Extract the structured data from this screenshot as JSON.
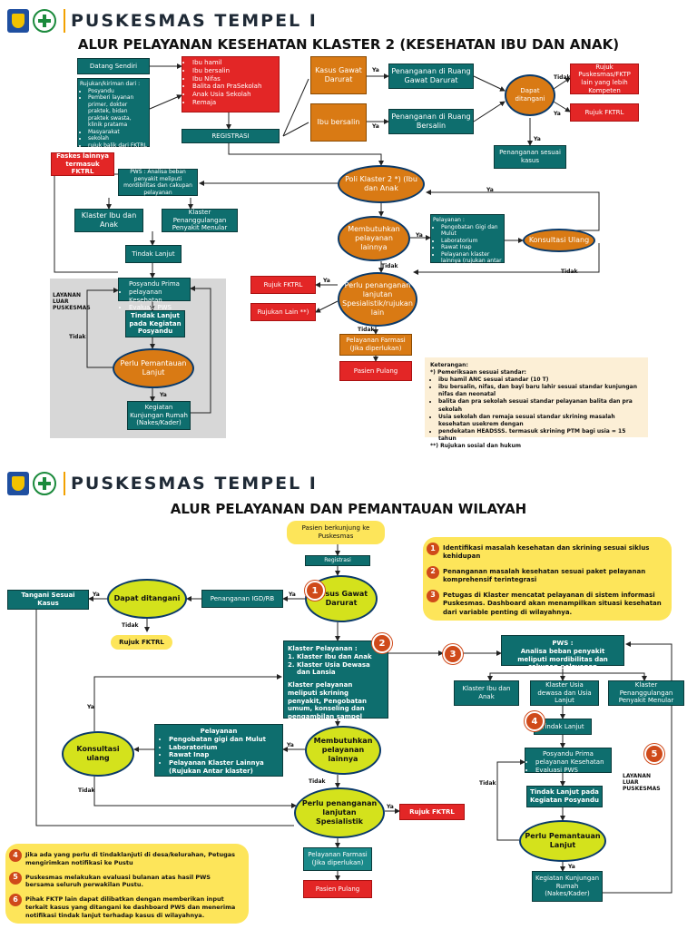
{
  "brand": "PUSKESMAS TEMPEL I",
  "panel1": {
    "title": "ALUR PELAYANAN KESEHATAN KLASTER 2 (KESEHATAN IBU DAN ANAK)",
    "datang_sendiri": "Datang Sendiri",
    "rujukan_title": "Rujukan/kiriman dari :",
    "rujukan_items": [
      "Posyandu",
      "Pemberi layanan primer, dokter praktek, bidan praktek swasta, klinik pratama",
      "Masyarakat",
      "sekolah",
      "rujuk balik dari FKTRL"
    ],
    "sasaran": [
      "Ibu hamil",
      "Ibu bersalin",
      "Ibu Nifas",
      "Balita dan PraSekolah",
      "Anak Usia Sekolah",
      "Remaja"
    ],
    "registrasi": "REGISTRASI",
    "kasus_gawat": "Kasus Gawat Darurat",
    "ibu_bersalin": "Ibu bersalin",
    "penanganan_gd": "Penanganan di Ruang Gawat Darurat",
    "penanganan_bersalin": "Penanganan di Ruang Bersalin",
    "dapat_ditangani": "Dapat ditangani",
    "rujuk_puskesmas": "Rujuk Puskesmas/FKTP lain yang lebih Kompeten",
    "rujuk_fktrl": "Rujuk FKTRL",
    "penanganan_sesuai": "Penanganan sesuai kasus",
    "faskes_lainnya": "Faskes lainnya termasuk FKTRL",
    "pws": "PWS : Analisa beban penyakit meliputi mordibilitas dan cakupan pelayanan",
    "klaster_ibu_anak": "Klaster Ibu dan Anak",
    "klaster_menular": "Klaster Penanggulangan Penyakit Menular",
    "tindak_lanjut": "Tindak Lanjut",
    "posyandu_title": "Posyandu Prima",
    "posyandu_items": [
      "pelayanan Kesehatan",
      "Evaluasi PWS"
    ],
    "tl_posyandu": "Tindak Lanjut pada Kegiatan Posyandu",
    "perlu_pemantauan": "Perlu Pemantauan Lanjut",
    "kunjungan_rumah": "Kegiatan Kunjungan Rumah (Nakes/Kader)",
    "layanan_luar": "LAYANAN LUAR PUSKESMAS",
    "poli_klaster": "Poli Klaster 2 *) (Ibu dan Anak",
    "membutuhkan": "Membutuhkan pelayanan lainnya",
    "pelayanan_title": "Pelayanan :",
    "pelayanan_items": [
      "Pengobatan Gigi dan Mulut",
      "Laboratorium",
      "Rawat Inap",
      "Pelayanan klaster lainnya (rujukan antar klaster)"
    ],
    "konsultasi_ulang": "Konsultasi Ulang",
    "perlu_penanganan": "Perlu penanganan lanjutan Spesialistik/rujukan lain",
    "rujuk_fktrl2": "Rujuk FKTRL",
    "rujukan_lain": "Rujukan Lain **)",
    "pelayanan_farmasi": "Pelayanan Farmasi (Jika diperlukan)",
    "pasien_pulang": "Pasien Pulang",
    "ya": "Ya",
    "tidak": "Tidak",
    "keterangan_title": "Keterangan:",
    "keterangan_sub": "*) Pemeriksaan sesuai standar:",
    "keterangan_items": [
      "ibu hamil ANC sesuai standar (10 T)",
      "ibu bersalin, nifas, dan bayi baru lahir sesuai standar kunjungan nifas dan neonatal",
      "balita dan pra sekolah sesuai standar pelayanan balita dan pra sekolah",
      "Usia sekolah dan remaja sesuai standar skrining masalah kesehatan usekrem dengan",
      "pendekatan HEADSSS. termasuk skrining PTM bagi usia = 15 tahun"
    ],
    "keterangan_footer": "**) Rujukan sosial dan hukum"
  },
  "panel2": {
    "title": "ALUR PELAYANAN DAN PEMANTAUAN WILAYAH",
    "pasien_berkunjung": "Pasien berkunjung ke Puskesmas",
    "registrasi": "Registrasi",
    "kasus_gawat": "Kasus Gawat Darurat",
    "penanganan_igd": "Penanganan IGD/RB",
    "dapat_ditangani": "Dapat ditangani",
    "tangani_sesuai": "Tangani Sesuai Kasus",
    "rujuk_fktrl": "Rujuk FKTRL",
    "klaster_title": "Klaster Pelayanan :",
    "klaster_items": [
      "Klaster Ibu dan Anak",
      "Klaster Usia Dewasa dan Lansia"
    ],
    "klaster_desc": "Klaster pelayanan meliputi skrining penyakit, Pengobatan umum, konseling dan pengambilan sampel",
    "pws_title": "PWS :",
    "pws_desc": "Analisa beban penyakit meliputi mordibilitas dan cakupan pelayanan",
    "klaster_ibu_anak": "Klaster Ibu dan Anak",
    "klaster_dewasa": "Klaster Usia dewasa dan Usia Lanjut",
    "klaster_menular": "Klaster Penanggulangan Penyakit Menular",
    "tindak_lanjut": "Tindak Lanjut",
    "posyandu_title": "Posyandu Prima",
    "posyandu_items": [
      "pelayanan Kesehatan",
      "Evaluasi PWS"
    ],
    "tl_posyandu": "Tindak Lanjut pada Kegiatan Posyandu",
    "perlu_pemantauan": "Perlu Pemantauan Lanjut",
    "kunjungan_rumah": "Kegiatan Kunjungan Rumah (Nakes/Kader)",
    "layanan_luar": "LAYANAN LUAR PUSKESMAS",
    "pelayanan_title": "Pelayanan",
    "pelayanan_items": [
      "Pengobatan gigi dan Mulut",
      "Laboratorium",
      "Rawat Inap",
      "Pelayanan Klaster Lainnya (Rujukan Antar klaster)"
    ],
    "membutuhkan": "Membutuhkan pelayanan lainnya",
    "konsultasi_ulang": "Konsultasi ulang",
    "perlu_penanganan": "Perlu penanganan lanjutan Spesialistik",
    "rujuk_fktrl2": "Rujuk FKTRL",
    "pelayanan_farmasi": "Pelayanan Farmasi (Jika diperlukan)",
    "pasien_pulang": "Pasien Pulang",
    "ya": "Ya",
    "tidak": "Tidak",
    "info_top": [
      {
        "num": "1",
        "text": "Identifikasi masalah kesehatan dan skrining sesuai siklus kehidupan"
      },
      {
        "num": "2",
        "text": "Penanganan masalah kesehatan sesuai paket pelayanan komprehensif terintegrasi"
      },
      {
        "num": "3",
        "text": "Petugas di Klaster mencatat pelayanan di sistem informasi Puskesmas. Dashboard akan menampilkan situasi kesehatan dari variable penting di wilayahnya."
      }
    ],
    "info_bottom": [
      {
        "num": "4",
        "text": "Jika ada yang perlu di tindaklanjuti di desa/kelurahan, Petugas mengirimkan notifikasi ke Pustu"
      },
      {
        "num": "5",
        "text": "Puskesmas melakukan evaluasi bulanan atas hasil PWS bersama seluruh perwakilan Pustu."
      },
      {
        "num": "6",
        "text": "Pihak FKTP lain dapat dilibatkan dengan memberikan input terkait kasus yang ditangani ke dashboard PWS dan menerima notifikasi tindak lanjut terhadap kasus di wilayahnya."
      }
    ],
    "markers": [
      "1",
      "2",
      "3",
      "4",
      "5"
    ]
  }
}
